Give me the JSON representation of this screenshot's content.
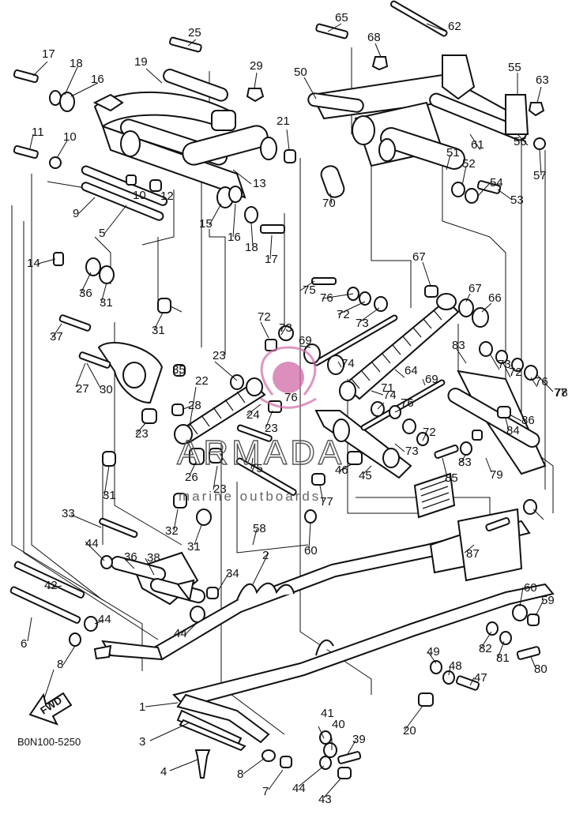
{
  "diagram_code": "B0N100-5250",
  "fwd_label": "FWD",
  "watermark": {
    "brand": "ARMADA",
    "tagline": "marine outboards",
    "accent": "#d06aa6"
  },
  "colors": {
    "ink": "#111111",
    "paper": "#ffffff"
  },
  "callouts": [
    "1",
    "2",
    "3",
    "4",
    "5",
    "6",
    "7",
    "8",
    "8",
    "9",
    "10",
    "10",
    "11",
    "12",
    "13",
    "14",
    "15",
    "16",
    "16",
    "17",
    "17",
    "18",
    "18",
    "19",
    "20",
    "21",
    "22",
    "23",
    "23",
    "23",
    "23",
    "24",
    "25",
    "26",
    "27",
    "28",
    "29",
    "30",
    "31",
    "31",
    "31",
    "31",
    "32",
    "33",
    "34",
    "35",
    "36",
    "36",
    "37",
    "38",
    "39",
    "40",
    "41",
    "42",
    "43",
    "44",
    "44",
    "44",
    "44",
    "45",
    "46",
    "47",
    "48",
    "49",
    "50",
    "51",
    "52",
    "53",
    "54",
    "55",
    "56",
    "57",
    "58",
    "59",
    "60",
    "60",
    "61",
    "62",
    "63",
    "64",
    "65",
    "66",
    "67",
    "67",
    "68",
    "69",
    "69",
    "70",
    "71",
    "72",
    "72",
    "72",
    "72",
    "73",
    "73",
    "73",
    "73",
    "74",
    "74",
    "75",
    "75",
    "76",
    "76",
    "76",
    "76",
    "77",
    "77",
    "78",
    "79",
    "80",
    "81",
    "82",
    "83",
    "83",
    "84",
    "85",
    "86",
    "87"
  ]
}
